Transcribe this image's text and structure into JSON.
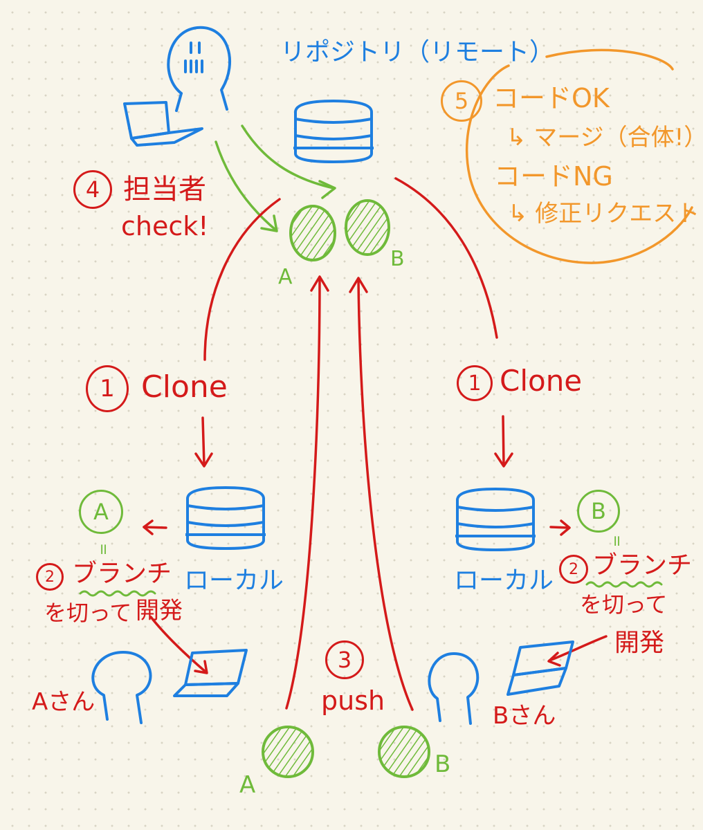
{
  "remote": {
    "title": "リポジトリ（リモート）"
  },
  "steps": {
    "step1": {
      "number": "1",
      "label": "Clone"
    },
    "step2": {
      "number": "2",
      "line1": "ブランチ",
      "line2": "を切って",
      "line3": "開発"
    },
    "step3": {
      "number": "3",
      "label": "push"
    },
    "step4": {
      "number": "4",
      "line1": "担当者",
      "line2": "check!"
    },
    "step5": {
      "number": "5",
      "ok": "コードOK",
      "merge": "↳ マージ（合体!）",
      "ng": "コードNG",
      "fix": "↳ 修正リクエスト"
    }
  },
  "local": {
    "label": "ローカル"
  },
  "branches": {
    "a": "A",
    "b": "B",
    "equals": "॥"
  },
  "people": {
    "a": "Aさん",
    "b": "Bさん"
  },
  "colors": {
    "red": "#d41a1a",
    "blue": "#1e7fe0",
    "green": "#6fba3a",
    "orange": "#f2972b"
  }
}
